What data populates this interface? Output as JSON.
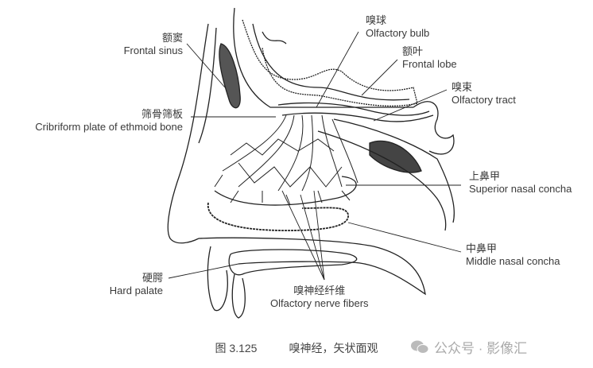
{
  "labels": {
    "frontal_sinus": {
      "zh": "额窦",
      "en": "Frontal sinus"
    },
    "cribriform": {
      "zh": "筛骨筛板",
      "en": "Cribriform plate of ethmoid bone"
    },
    "olfactory_bulb": {
      "zh": "嗅球",
      "en": "Olfactory bulb"
    },
    "frontal_lobe": {
      "zh": "额叶",
      "en": "Frontal lobe"
    },
    "olfactory_tract": {
      "zh": "嗅束",
      "en": "Olfactory tract"
    },
    "superior_concha": {
      "zh": "上鼻甲",
      "en": "Superior nasal concha"
    },
    "middle_concha": {
      "zh": "中鼻甲",
      "en": "Middle nasal concha"
    },
    "hard_palate": {
      "zh": "硬腭",
      "en": "Hard palate"
    },
    "nerve_fibers": {
      "zh": "嗅神经纤维",
      "en": "Olfactory nerve fibers"
    }
  },
  "caption": {
    "number": "图 3.125",
    "title": "嗅神经，矢状面观"
  },
  "watermark": {
    "icon": "wechat-icon",
    "text": "公众号 · 影像汇"
  }
}
